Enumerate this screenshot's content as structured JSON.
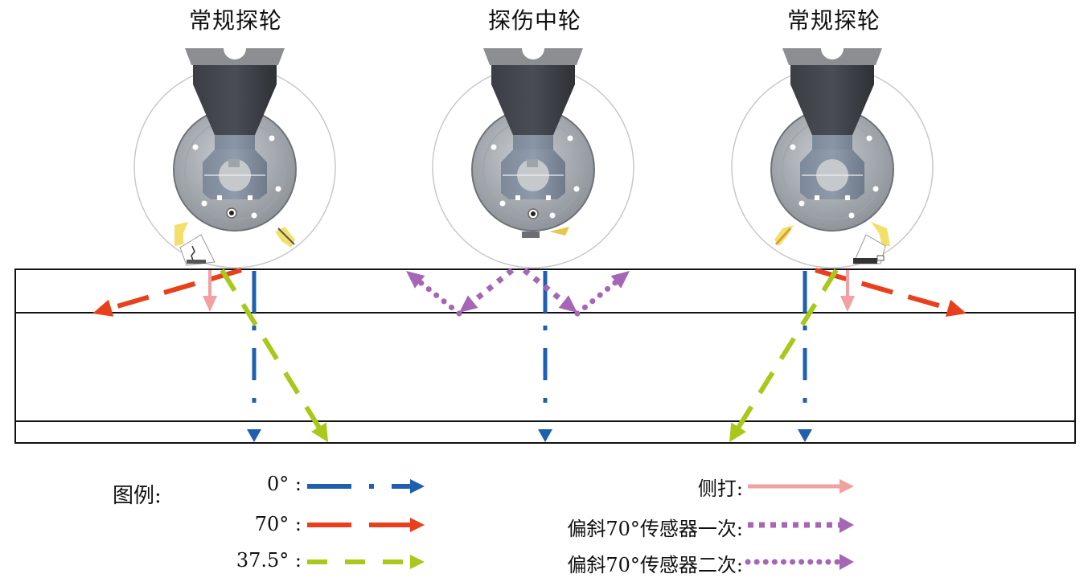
{
  "wheels": [
    {
      "title": "常规探轮",
      "type": "conventional",
      "sensor_side": "left"
    },
    {
      "title": "探伤中轮",
      "type": "center",
      "sensor_side": "none"
    },
    {
      "title": "常规探轮",
      "type": "conventional",
      "sensor_side": "right"
    }
  ],
  "legend": {
    "heading": "图例:",
    "items": [
      {
        "label": "0° :",
        "style": "dash-dot",
        "color": "#1f5fb0"
      },
      {
        "label": "70° :",
        "style": "long-dash",
        "color": "#e8401c"
      },
      {
        "label": "37.5° :",
        "style": "dash",
        "color": "#a8c81a"
      },
      {
        "label": "侧打:",
        "style": "solid",
        "color": "#f2a0a0"
      },
      {
        "label": "偏斜70°传感器一次:",
        "style": "square-dot",
        "color": "#a566b5"
      },
      {
        "label": "偏斜70°传感器二次:",
        "style": "round-dot",
        "color": "#a566b5"
      }
    ]
  },
  "colors": {
    "beam_0": "#1f5fb0",
    "beam_70": "#e8401c",
    "beam_37_5": "#a8c81a",
    "side": "#f2a0a0",
    "skew70": "#a566b5",
    "rail_line": "#111111"
  }
}
